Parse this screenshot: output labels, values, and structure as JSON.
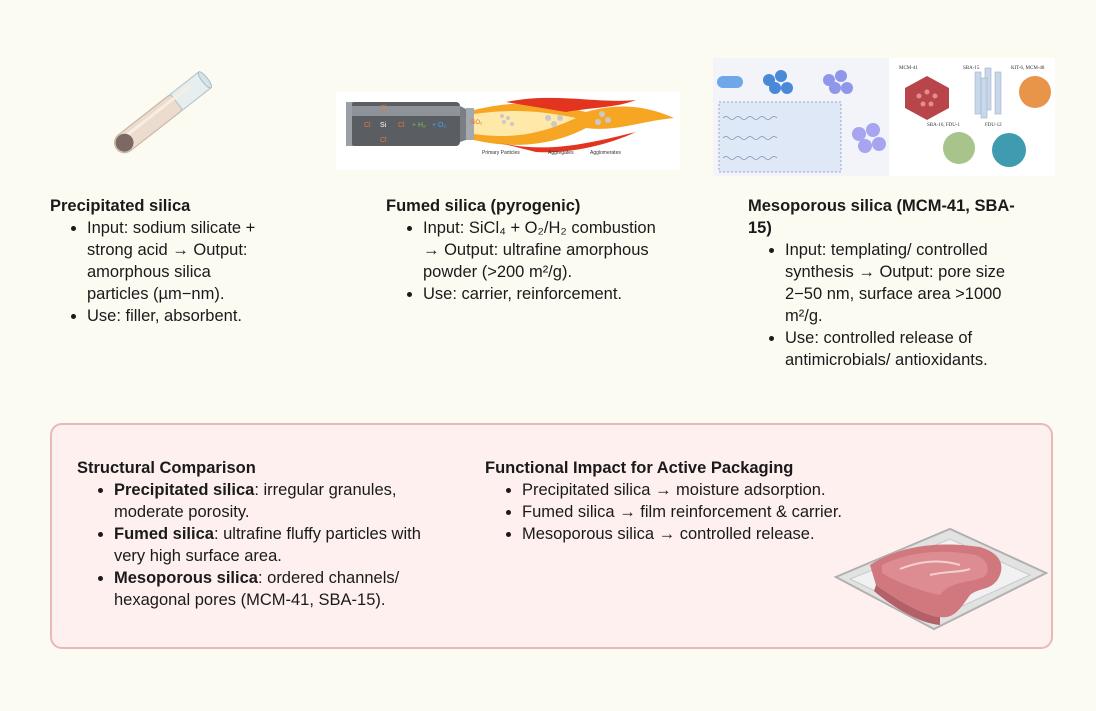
{
  "columns": [
    {
      "title": "Precipitated silica",
      "image": "test-tube-icon",
      "items": [
        "Input: sodium silicate + strong acid → Output: amorphous silica particles (µm−nm).",
        "Use: filler, absorbent."
      ]
    },
    {
      "title": "Fumed silica (pyrogenic)",
      "image": "flame-reactor-diagram",
      "image_labels": [
        "Primary Particles",
        "Aggregates",
        "Agglomerates"
      ],
      "image_formula": [
        "Cl",
        "Si",
        "Cl",
        "Cl",
        "Cl",
        "+ H₂",
        "+ O₂",
        "SiO₂"
      ],
      "items": [
        "Input: SiCl₄ + O₂/H₂ combustion → Output: ultrafine amorphous powder (>200 m²/g).",
        "Use: carrier, reinforcement."
      ]
    },
    {
      "title": "Mesoporous silica (MCM-41, SBA-15)",
      "image": "mesoporous-structure-diagram",
      "image_labels": [
        "MCM-41",
        "SBA-15",
        "KIT-6, MCM-48",
        "SBA-16, FDU-1",
        "FDU-12"
      ],
      "items": [
        "Input: templating/ controlled synthesis → Output: pore size 2−50 nm, surface area >1000 m²/g.",
        "Use: controlled release of antimicrobials/ antioxidants."
      ]
    }
  ],
  "panel": {
    "structural": {
      "title": "Structural Comparison",
      "items": [
        {
          "bold": "Precipitated silica",
          "text": ": irregular granules, moderate porosity."
        },
        {
          "bold": "Fumed silica",
          "text": ": ultrafine fluffy particles with very high surface area."
        },
        {
          "bold": "Mesoporous silica",
          "text": ": ordered channels/ hexagonal pores (MCM-41, SBA-15)."
        }
      ]
    },
    "functional": {
      "title": "Functional Impact for Active Packaging",
      "items": [
        "Precipitated silica → moisture adsorption.",
        "Fumed silica → film reinforcement & carrier.",
        "Mesoporous silica → controlled release."
      ],
      "image": "packaged-meat-tray-icon"
    }
  },
  "colors": {
    "background": "#fbfbf2",
    "panel_fill": "#fdf0ef",
    "panel_border": "#e9b8b8"
  }
}
